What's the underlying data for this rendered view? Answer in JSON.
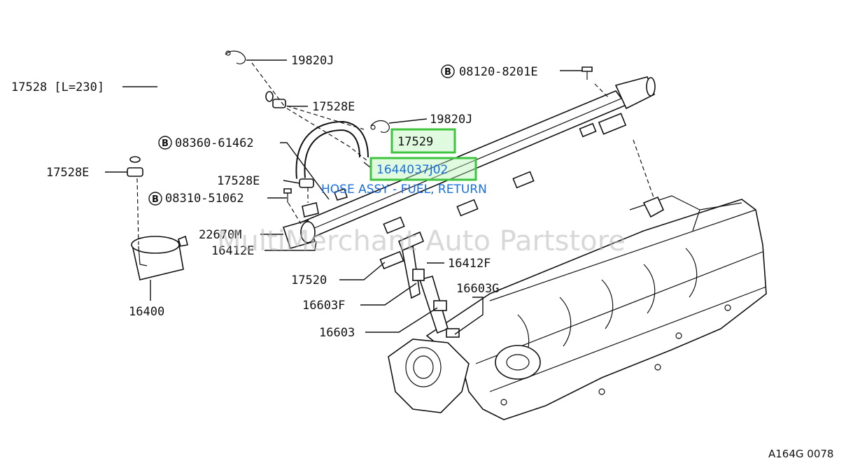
{
  "labels": {
    "l19820j_top": "19820J",
    "l17528_hose": "17528 [L=230]",
    "l17528e_top": "17528E",
    "l19820j_mid": "19820J",
    "l08360": "08360-61462",
    "l17528e_left": "17528E",
    "l17528e_mid": "17528E",
    "l08310": "08310-51062",
    "l22670m": "22670M",
    "l16412e": "16412E",
    "l17520": "17520",
    "l16412f": "16412F",
    "l16603f": "16603F",
    "l16603g": "16603G",
    "l16603": "16603",
    "l16400": "16400",
    "l08120": "08120-8201E"
  },
  "bolt_markers": {
    "b_mark": "B"
  },
  "highlight": {
    "part_17529": "17529",
    "part_number": "1644037J02",
    "description": "HOSE ASSY - FUEL, RETURN"
  },
  "watermark": "MultiMerchant Auto Partstore",
  "diagram_code": "A164G 0078"
}
